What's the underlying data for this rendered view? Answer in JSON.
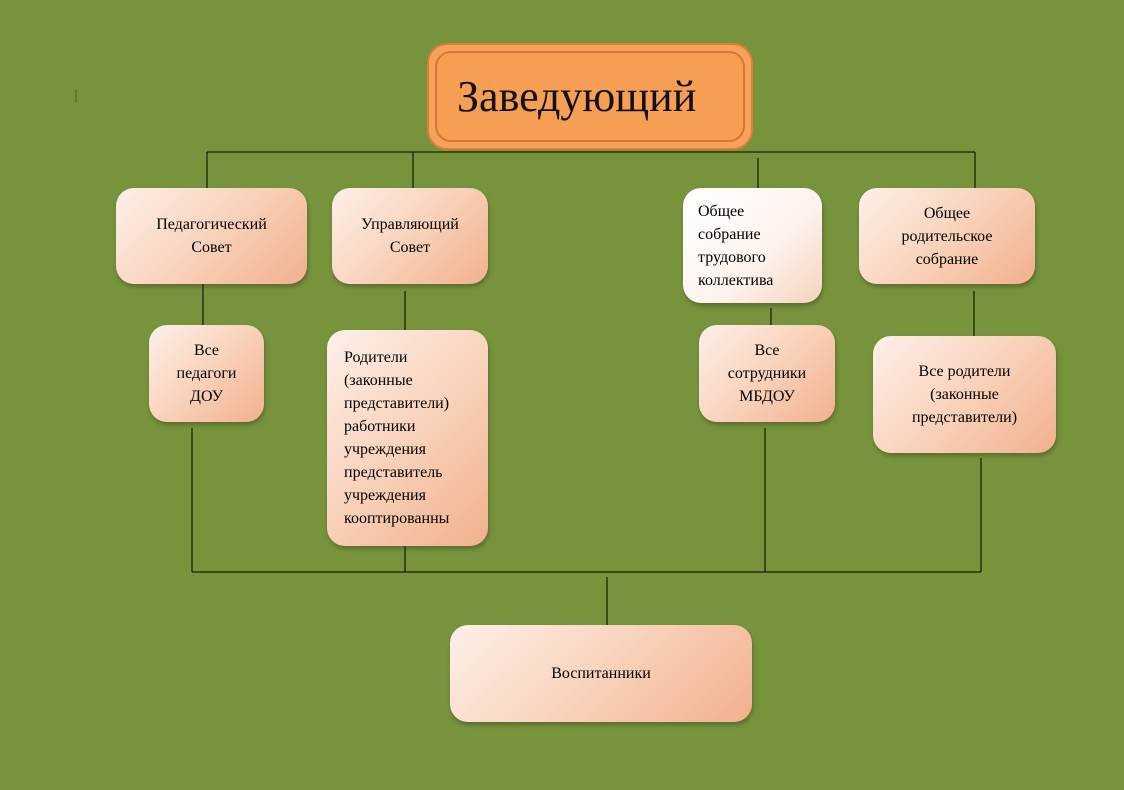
{
  "head": {
    "label": "Заведующий"
  },
  "councils": {
    "ped_council": "Педагогический\nСовет",
    "gov_council": "Управляющий\nСовет",
    "staff_meeting": "Общее\nсобрание\nтрудового\nколлектива",
    "parent_meeting": "Общее\nродительское\nсобрание"
  },
  "members": {
    "all_teachers": "Все\nпедагоги\nДОУ",
    "parents_reps": "Родители\n(законные\nпредставители)\nработники\nучреждения\nпредставитель\nучреждения\nкооптированны",
    "all_staff": "Все\nсотрудники\nМБДОУ",
    "all_parents": "Все родители\n(законные\nпредставители)"
  },
  "pupils": {
    "label": "Воспитанники"
  },
  "colors": {
    "background": "#77943d",
    "head_fill": "#f79e55",
    "box_fill": "#f8cfb6",
    "line": "#000000"
  }
}
